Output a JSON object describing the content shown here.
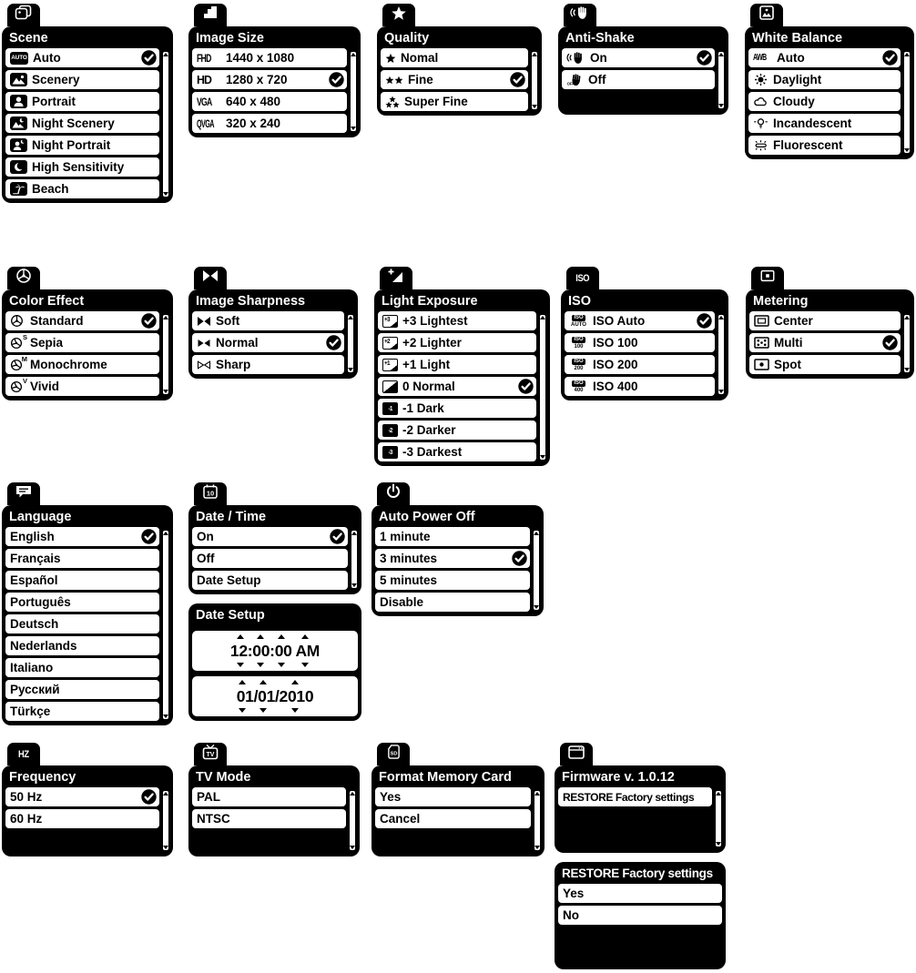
{
  "icons": {
    "iso": "ISO",
    "hz": "HZ",
    "tv": "TV",
    "sd": "SD",
    "awb": "AWB",
    "auto_badge": "AUTO",
    "calendar_day": "10"
  },
  "panels": {
    "scene": {
      "title": "Scene",
      "items": [
        {
          "label": "Auto",
          "icon": "auto-badge-icon",
          "checked": true
        },
        {
          "label": "Scenery",
          "icon": "scenery-icon",
          "checked": false
        },
        {
          "label": "Portrait",
          "icon": "portrait-icon",
          "checked": false
        },
        {
          "label": "Night Scenery",
          "icon": "night-scenery-icon",
          "checked": false
        },
        {
          "label": "Night Portrait",
          "icon": "night-portrait-icon",
          "checked": false
        },
        {
          "label": "High Sensitivity",
          "icon": "moon-icon",
          "checked": false
        },
        {
          "label": "Beach",
          "icon": "palm-icon",
          "checked": false
        }
      ]
    },
    "image_size": {
      "title": "Image Size",
      "items": [
        {
          "prefix": "FHD",
          "label": "1440 x 1080",
          "checked": false
        },
        {
          "prefix": "HD",
          "label": "1280 x 720",
          "checked": true
        },
        {
          "prefix": "VGA",
          "label": "640 x 480",
          "checked": false
        },
        {
          "prefix": "QVGA",
          "label": "320 x 240",
          "checked": false
        }
      ]
    },
    "quality": {
      "title": "Quality",
      "items": [
        {
          "label": "Nomal",
          "icon": "star-1-icon",
          "checked": false
        },
        {
          "label": "Fine",
          "icon": "star-2-icon",
          "checked": true
        },
        {
          "label": "Super Fine",
          "icon": "star-3-icon",
          "checked": false
        }
      ]
    },
    "anti_shake": {
      "title": "Anti-Shake",
      "items": [
        {
          "label": "On",
          "icon": "hand-shake-icon",
          "checked": true
        },
        {
          "label": "Off",
          "icon": "hand-off-icon",
          "checked": false
        }
      ]
    },
    "white_balance": {
      "title": "White Balance",
      "items": [
        {
          "label": "Auto",
          "icon": "awb-icon",
          "checked": true
        },
        {
          "label": "Daylight",
          "icon": "sun-icon",
          "checked": false
        },
        {
          "label": "Cloudy",
          "icon": "cloud-icon",
          "checked": false
        },
        {
          "label": "Incandescent",
          "icon": "bulb-icon",
          "checked": false
        },
        {
          "label": "Fluorescent",
          "icon": "fluorescent-icon",
          "checked": false
        }
      ]
    },
    "color_effect": {
      "title": "Color Effect",
      "items": [
        {
          "label": "Standard",
          "letter": "",
          "icon": "color-wheel-icon",
          "checked": true
        },
        {
          "label": "Sepia",
          "letter": "S",
          "icon": "color-wheel-icon",
          "checked": false
        },
        {
          "label": "Monochrome",
          "letter": "M",
          "icon": "color-wheel-icon",
          "checked": false
        },
        {
          "label": "Vivid",
          "letter": "V",
          "icon": "color-wheel-icon",
          "checked": false
        }
      ]
    },
    "image_sharpness": {
      "title": "Image Sharpness",
      "items": [
        {
          "label": "Soft",
          "icon": "bowtie-soft-icon",
          "checked": false
        },
        {
          "label": "Normal",
          "icon": "bowtie-normal-icon",
          "checked": true
        },
        {
          "label": "Sharp",
          "icon": "bowtie-sharp-icon",
          "checked": false
        }
      ]
    },
    "light_exposure": {
      "title": "Light Exposure",
      "items": [
        {
          "badge": "+3",
          "label": "+3 Lightest",
          "checked": false
        },
        {
          "badge": "+2",
          "label": "+2 Lighter",
          "checked": false
        },
        {
          "badge": "+1",
          "label": "+1 Light",
          "checked": false
        },
        {
          "badge": "",
          "label": "0 Normal",
          "checked": true
        },
        {
          "badge": "-1",
          "label": "-1 Dark",
          "checked": false
        },
        {
          "badge": "-2",
          "label": "-2 Darker",
          "checked": false
        },
        {
          "badge": "-3",
          "label": "-3 Darkest",
          "checked": false
        }
      ]
    },
    "iso": {
      "title": "ISO",
      "items": [
        {
          "sub": "AUTO",
          "label": "ISO Auto",
          "checked": true
        },
        {
          "sub": "100",
          "label": "ISO 100",
          "checked": false
        },
        {
          "sub": "200",
          "label": "ISO 200",
          "checked": false
        },
        {
          "sub": "400",
          "label": "ISO 400",
          "checked": false
        }
      ]
    },
    "metering": {
      "title": "Metering",
      "items": [
        {
          "label": "Center",
          "icon": "center-metering-icon",
          "checked": false
        },
        {
          "label": "Multi",
          "icon": "multi-metering-icon",
          "checked": true
        },
        {
          "label": "Spot",
          "icon": "spot-metering-icon",
          "checked": false
        }
      ]
    },
    "language": {
      "title": "Language",
      "items": [
        {
          "label": "English",
          "checked": true
        },
        {
          "label": "Français",
          "checked": false
        },
        {
          "label": "Español",
          "checked": false
        },
        {
          "label": "Português",
          "checked": false
        },
        {
          "label": "Deutsch",
          "checked": false
        },
        {
          "label": "Nederlands",
          "checked": false
        },
        {
          "label": "Italiano",
          "checked": false
        },
        {
          "label": "Русский",
          "checked": false
        },
        {
          "label": "Türkçe",
          "checked": false
        }
      ]
    },
    "date_time": {
      "title": "Date / Time",
      "items": [
        {
          "label": "On",
          "checked": true
        },
        {
          "label": "Off",
          "checked": false
        },
        {
          "label": "Date Setup",
          "checked": false
        }
      ]
    },
    "date_setup": {
      "title": "Date Setup",
      "time": "12:00:00 AM",
      "date": "01/01/2010"
    },
    "auto_power_off": {
      "title": "Auto Power Off",
      "items": [
        {
          "label": "1 minute",
          "checked": false
        },
        {
          "label": "3 minutes",
          "checked": true
        },
        {
          "label": "5 minutes",
          "checked": false
        },
        {
          "label": "Disable",
          "checked": false
        }
      ]
    },
    "frequency": {
      "title": "Frequency",
      "items": [
        {
          "label": "50 Hz",
          "checked": true
        },
        {
          "label": "60 Hz",
          "checked": false
        }
      ]
    },
    "tv_mode": {
      "title": "TV Mode",
      "items": [
        {
          "label": "PAL",
          "checked": false
        },
        {
          "label": "NTSC",
          "checked": false
        }
      ]
    },
    "format_memory_card": {
      "title": "Format Memory Card",
      "items": [
        {
          "label": "Yes",
          "checked": false
        },
        {
          "label": "Cancel",
          "checked": false
        }
      ]
    },
    "firmware": {
      "title": "Firmware v. 1.0.12",
      "items": [
        {
          "label": "RESTORE Factory settings",
          "checked": false
        }
      ]
    },
    "restore_confirm": {
      "title": "RESTORE Factory settings",
      "items": [
        {
          "label": "Yes",
          "checked": false
        },
        {
          "label": "No",
          "checked": false
        }
      ]
    }
  }
}
